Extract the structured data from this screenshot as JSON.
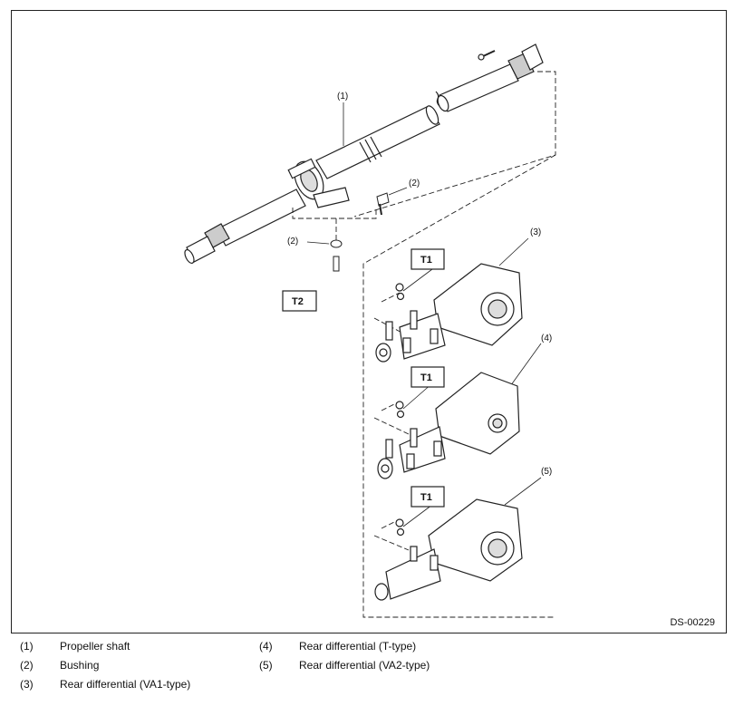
{
  "callouts": {
    "c1": "(1)",
    "c2a": "(2)",
    "c2b": "(2)",
    "c3": "(3)",
    "c4": "(4)",
    "c5": "(5)"
  },
  "torque_labels": {
    "t2": "T2",
    "t1a": "T1",
    "t1b": "T1",
    "t1c": "T1"
  },
  "figure_code": "DS-00229",
  "legend": [
    {
      "num": "(1)",
      "label": "Propeller shaft"
    },
    {
      "num": "(2)",
      "label": "Bushing"
    },
    {
      "num": "(3)",
      "label": "Rear differential (VA1-type)"
    },
    {
      "num": "(4)",
      "label": "Rear differential (T-type)"
    },
    {
      "num": "(5)",
      "label": "Rear differential (VA2-type)"
    }
  ]
}
